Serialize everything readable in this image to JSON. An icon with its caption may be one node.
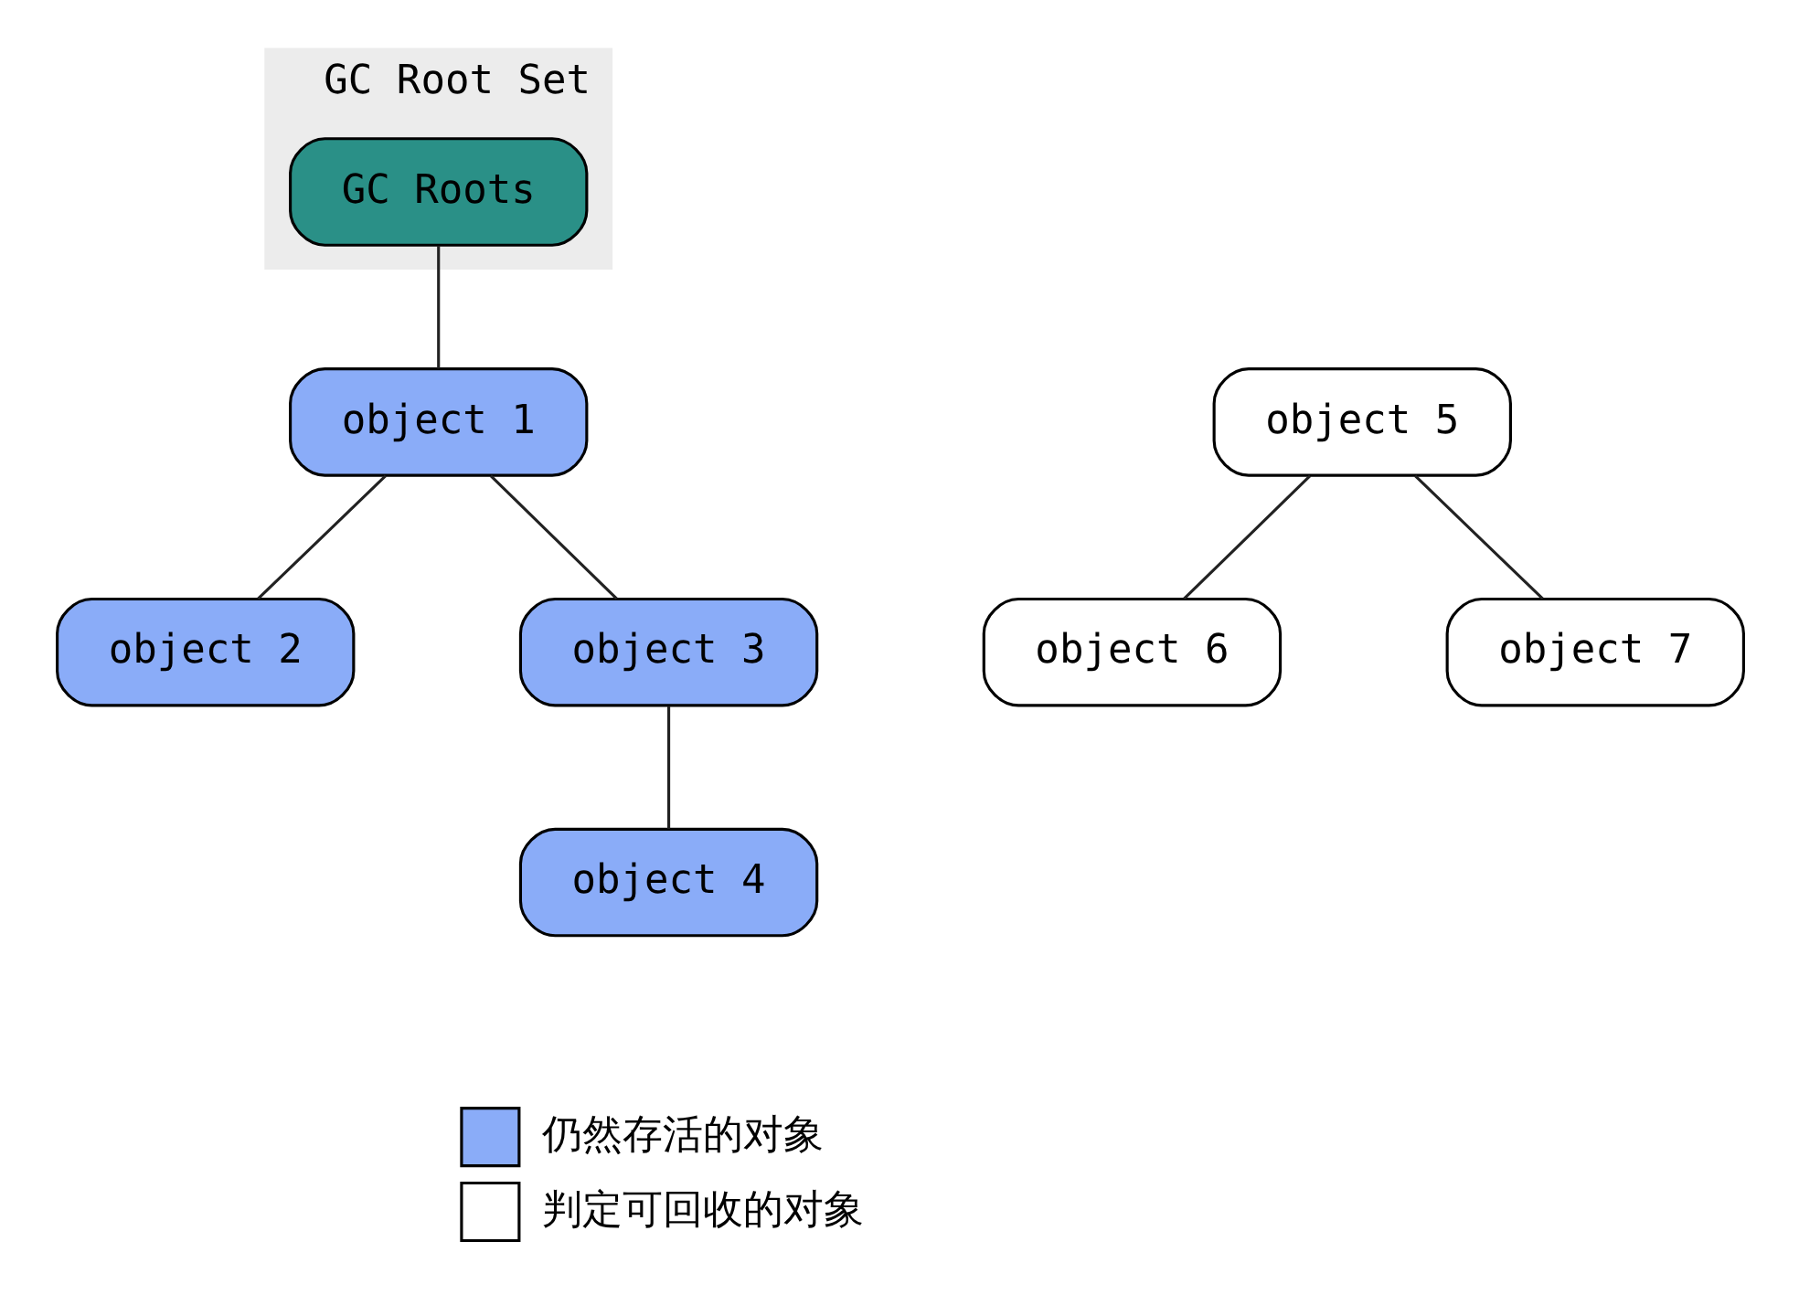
{
  "diagram": {
    "nodes": [
      {
        "text": [
          "GC Root Set"
        ]
      },
      {
        "text": [
          "GC Roots"
        ],
        "in": 0
      },
      {
        "text": [
          "object 1"
        ]
      },
      {
        "text": [
          "object 2"
        ]
      },
      {
        "text": [
          "object 3"
        ]
      },
      {
        "text": [
          "object 4"
        ]
      },
      {
        "text": [
          "object 5"
        ]
      },
      {
        "text": [
          "object 6"
        ]
      },
      {
        "text": [
          "object 7"
        ]
      }
    ],
    "edges": [
      {
        "from": 1,
        "to": 2,
        "arrow": "none"
      },
      {
        "from": 2,
        "to": 3,
        "arrow": "none"
      },
      {
        "from": 2,
        "to": 4,
        "arrow": "none"
      },
      {
        "from": 4,
        "to": 5,
        "arrow": "none"
      },
      {
        "from": 6,
        "to": 7,
        "arrow": "none"
      },
      {
        "from": 6,
        "to": 8,
        "arrow": "none"
      }
    ],
    "legend": [
      {
        "text": "仍然存活的对象",
        "color": "#8aacf8"
      },
      {
        "text": "判定可回收的对象",
        "color": "#ffffff"
      }
    ]
  }
}
